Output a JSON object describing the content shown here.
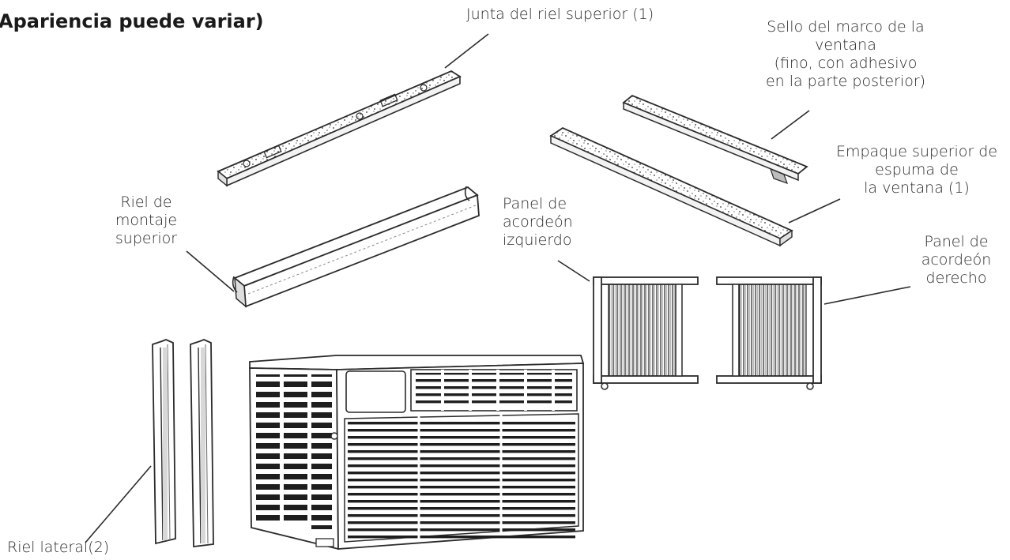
{
  "heading": "Apariencia puede variar)",
  "labels": {
    "top_rail_gasket": "Junta del riel superior (1)",
    "window_frame_seal": "Sello del marco de la\nventana\n(fino, con adhesivo\nen la parte posterior)",
    "top_foam_gasket": "Empaque superior de\nespuma de\nla ventana (1)",
    "top_mounting_rail": "Riel de\nmontaje\nsuperior",
    "left_accordion": "Panel de\nacordeón\nizquierdo",
    "right_accordion": "Panel de\nacordeón\nderecho",
    "side_rail": "Riel lateral(2)"
  },
  "colors": {
    "line": "#2b2b2b",
    "fill": "#ffffff",
    "shade": "#cfcfcf"
  }
}
